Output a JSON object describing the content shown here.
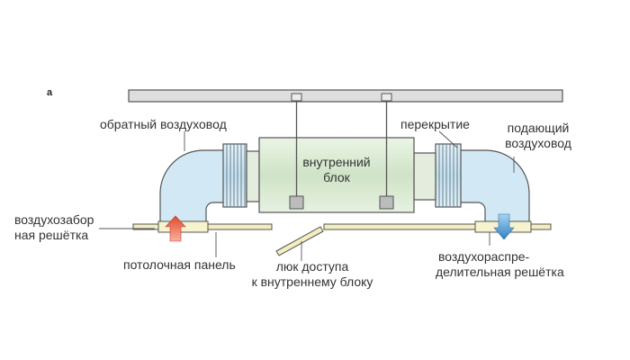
{
  "panel_letter": "а",
  "labels": {
    "return_duct": "обратный воздуховод",
    "ceiling_slab": "перекрытие",
    "supply_duct": [
      "подающий",
      "воздуховод"
    ],
    "indoor_unit": [
      "внутренний",
      "блок"
    ],
    "intake_grille": [
      "воздухозабор",
      "ная решётка"
    ],
    "ceiling_panel": "потолочная панель",
    "access_hatch": [
      "люк доступа",
      "к внутреннему блоку"
    ],
    "distribution_grille": [
      "воздухораспре-",
      "делительная решётка"
    ]
  },
  "colors": {
    "duct_fill": "#d2e9f5",
    "unit_fill": "#ddecd6",
    "panel_fill": "#f2eec0",
    "intake_arrow": "#e8624a",
    "supply_arrow": "#3d8fd1",
    "outline": "#555555",
    "slab_fill": "#dedede"
  }
}
